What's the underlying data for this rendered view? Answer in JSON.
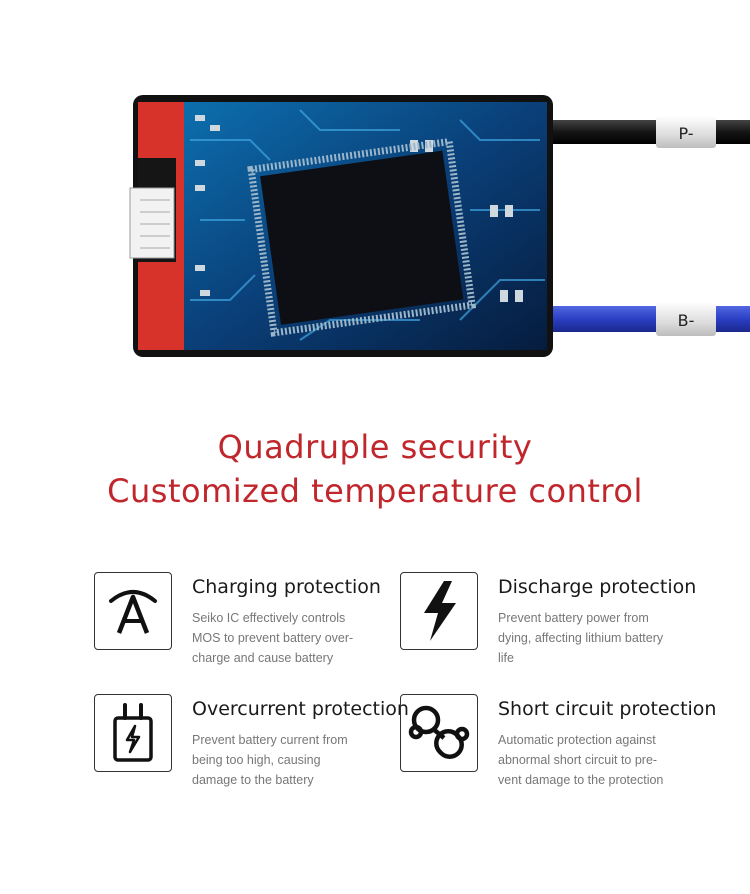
{
  "product": {
    "cable_labels": {
      "positive": "P-",
      "negative": "B-"
    },
    "colors": {
      "panel_red": "#d8332b",
      "case_black": "#111111",
      "wire_black": "#1a1a1a",
      "wire_blue": "#2b3fc4",
      "pcb_blue": "#0a4f8a"
    }
  },
  "headline": {
    "line1": "Quadruple security",
    "line2": "Customized temperature control",
    "color": "#c0272d"
  },
  "features": [
    {
      "title": "Charging protection",
      "desc": "Seiko IC effectively controls MOS to prevent battery over-charge and cause battery",
      "icon": "charging-arc-icon"
    },
    {
      "title": "Discharge protection",
      "desc": "Prevent battery power from dying, affecting lithium battery life",
      "icon": "lightning-bolt-icon"
    },
    {
      "title": "Overcurrent protection",
      "desc": "Prevent battery current from being too high, causing damage to the battery",
      "icon": "plug-icon"
    },
    {
      "title": "Short circuit protection",
      "desc": "Automatic protection against abnormal short circuit to pre-vent damage to the protection",
      "icon": "circuit-link-icon"
    }
  ]
}
